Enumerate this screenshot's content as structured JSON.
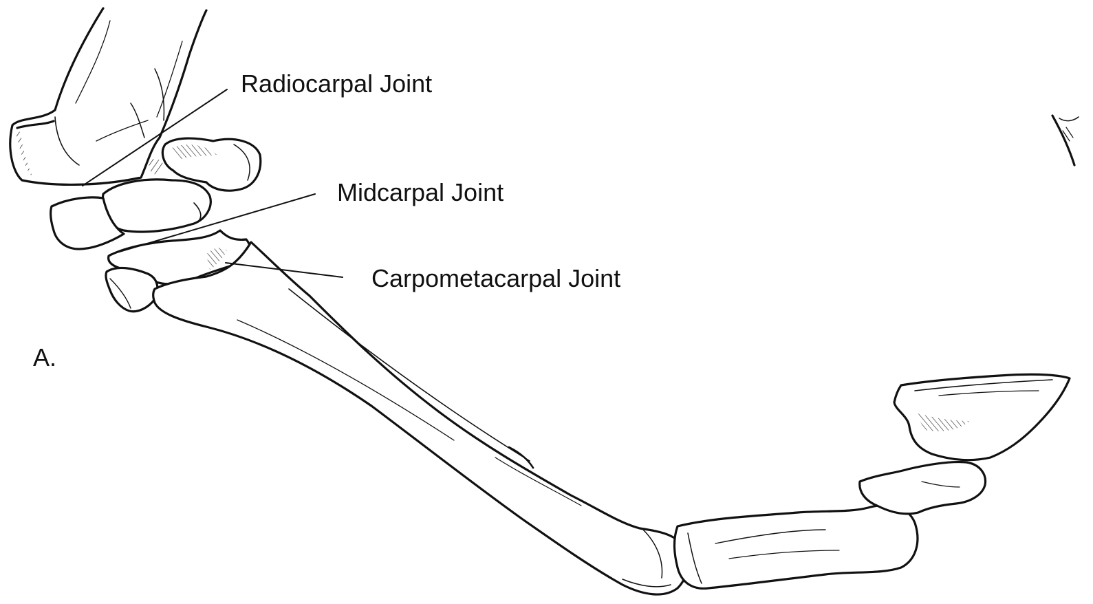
{
  "figure": {
    "panel_label": "A.",
    "labels": {
      "radiocarpal": "Radiocarpal Joint",
      "midcarpal": "Midcarpal Joint",
      "carpometacarpal": "Carpometacarpal Joint"
    }
  },
  "colors": {
    "ink": "#111111",
    "background": "#ffffff"
  }
}
